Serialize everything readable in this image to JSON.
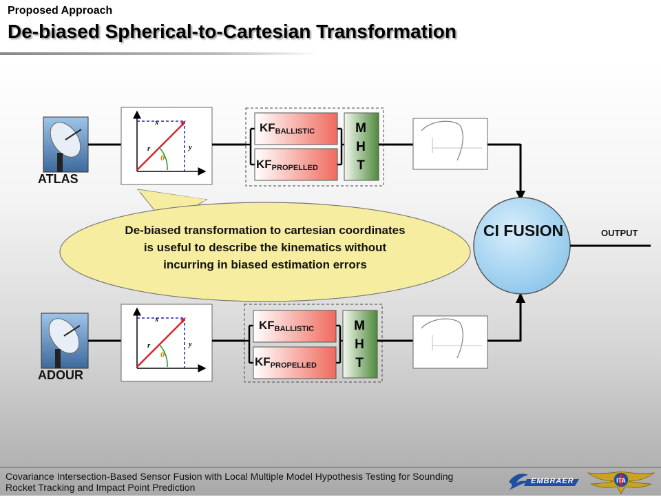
{
  "header": {
    "kicker": "Proposed Approach",
    "title": "De-biased Spherical-to-Cartesian Transformation"
  },
  "sensors": {
    "top": "ATLAS",
    "bottom": "ADOUR"
  },
  "filters": {
    "kf_prefix": "KF",
    "ballistic": "BALLISTIC",
    "propelled": "PROPELLED",
    "mht_letters": [
      "M",
      "H",
      "T"
    ]
  },
  "callout": {
    "text": "De-biased transformation to cartesian coordinates is useful to describe the kinematics without incurring in biased estimation errors"
  },
  "fusion": {
    "label": "CI FUSION",
    "output": "OUTPUT"
  },
  "plot_labels": {
    "x": "x",
    "y": "y",
    "r": "r",
    "theta": "θ"
  },
  "footer": {
    "text": "Covariance Intersection-Based Sensor Fusion with Local Multiple Model Hypothesis Testing for Sounding Rocket Tracking and Impact Point Prediction",
    "logo_embraer": "EMBRAER",
    "logo_ita": "ITA"
  },
  "colors": {
    "kf_fill": "#f27b6d",
    "mht_fill": "#6b9a55",
    "callout_fill": "#f6eda0",
    "fusion_fill": "#a6d4ef",
    "arrow_red": "#d8222a",
    "dash_blue": "#2020c0"
  }
}
